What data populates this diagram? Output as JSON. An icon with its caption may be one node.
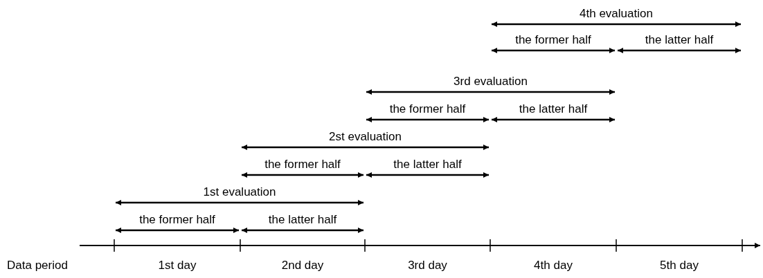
{
  "diagram": {
    "labels": [
      "4th evaluation",
      "the former half",
      "the latter half",
      "3rd evaluation",
      "the former half",
      "the latter half",
      "2st evaluation",
      "the former half",
      "the latter half",
      "1st evaluation",
      "the former half",
      "the latter half",
      "Data period",
      "1st day",
      "2nd day",
      "3rd day",
      "4th day",
      "5th day"
    ]
  }
}
